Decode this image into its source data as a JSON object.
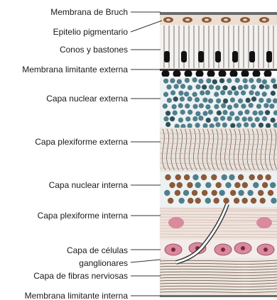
{
  "diagram": {
    "labels": [
      "Membrana de Bruch",
      "Epitelio pigmentario",
      "Conos y bastones",
      "Membrana limitante externa",
      "Capa nuclear externa",
      "Capa plexiforme externa",
      "Capa nuclear interna",
      "Capa plexiforme interna",
      "Capa de células",
      "ganglionares",
      "Capa de fibras nerviosas",
      "Membrana limitante interna"
    ],
    "colors": {
      "nucleus_blue": "#4f7f8c",
      "nucleus_dark": "#2e4f58",
      "pigment": "#8a5a3a",
      "fiber": "#6b4a3a",
      "ganglion_pink": "#d98a9e",
      "photoreceptor": "#111111"
    }
  }
}
